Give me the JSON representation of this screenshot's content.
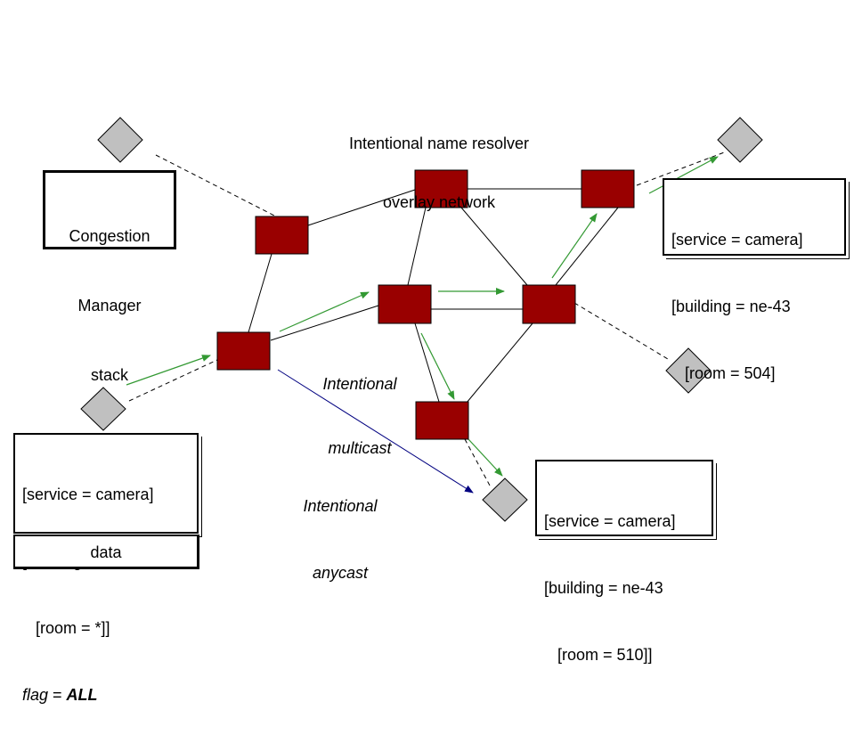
{
  "title": {
    "line1": "Intentional name resolver",
    "line2": "overlay network"
  },
  "congestion_box": {
    "line1": "Congestion",
    "line2": "Manager",
    "line3": "stack"
  },
  "labels": {
    "multicast_line1": "Intentional",
    "multicast_line2": "multicast",
    "anycast_line1": "Intentional",
    "anycast_line2": "anycast"
  },
  "request_box": {
    "line1": "[service = camera]",
    "line2": "[building = ne-43",
    "line3": "   [room = *]]",
    "flag_label": "flag",
    "flag_eq": " = ",
    "flag_value": "ALL",
    "data_label": "data"
  },
  "attr_box_504": {
    "line1": "[service = camera]",
    "line2": "[building = ne-43",
    "line3": "   [room = 504]"
  },
  "attr_box_510": {
    "line1": "[service = camera]",
    "line2": "[building = ne-43",
    "line3": "   [room = 510]]"
  },
  "colors": {
    "resolver": "#990000",
    "end_node": "#c0c0c0",
    "multicast_arrow": "#339933",
    "anycast_arrow": "#000080",
    "link": "#000000"
  }
}
